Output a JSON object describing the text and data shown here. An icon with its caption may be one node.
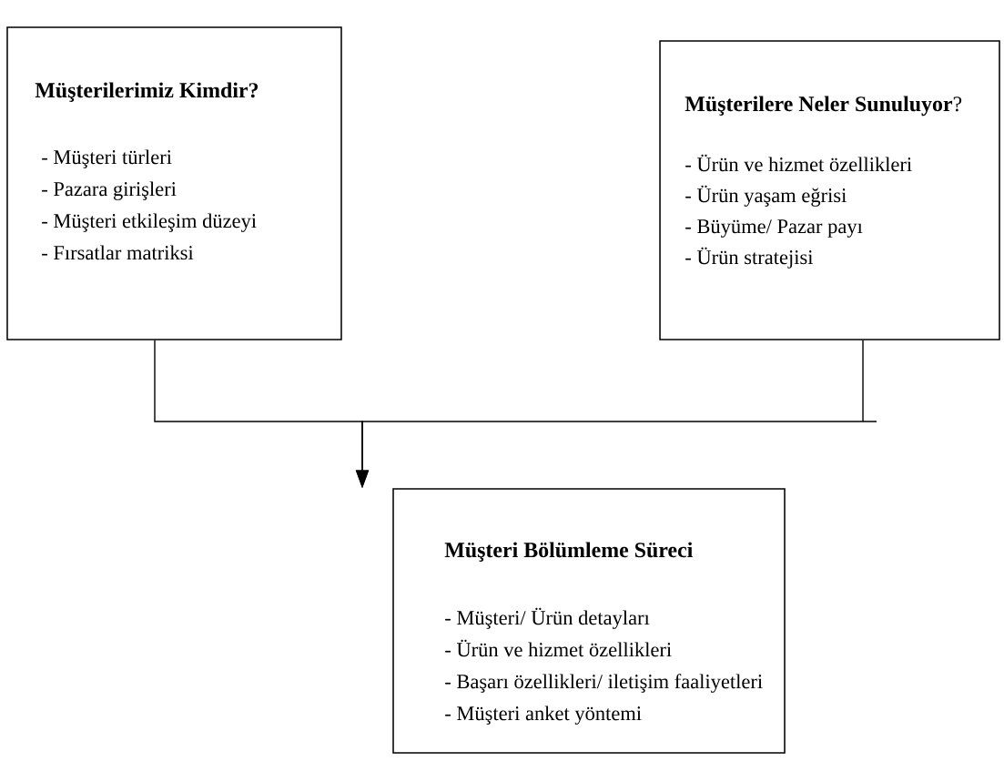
{
  "diagram": {
    "nodes": [
      {
        "text": [
          "Müşterilerimiz Kimdir?",
          "- Müşteri türleri",
          "- Pazara girişleri",
          "- Müşteri etkileşim düzeyi",
          "- Fırsatlar matriksi"
        ]
      },
      {
        "text": [
          "**Müşterilere Neler Sunuluyor**?",
          "- Ürün ve hizmet özellikleri",
          "- Ürün yaşam eğrisi",
          "- Büyüme/ Pazar payı",
          "- Ürün stratejisi"
        ]
      },
      {
        "text": [
          "Müşteri Bölümleme Süreci",
          "- Müşteri/ Ürün detayları",
          "- Ürün ve hizmet özellikleri",
          "- Başarı özellikleri/ iletişim faaliyetleri",
          "- Müşteri anket yöntemi"
        ]
      }
    ],
    "edges": [
      {
        "from": 0,
        "to": 2,
        "arrow": "to"
      },
      {
        "from": 1,
        "to": 2,
        "arrow": "to"
      }
    ]
  }
}
